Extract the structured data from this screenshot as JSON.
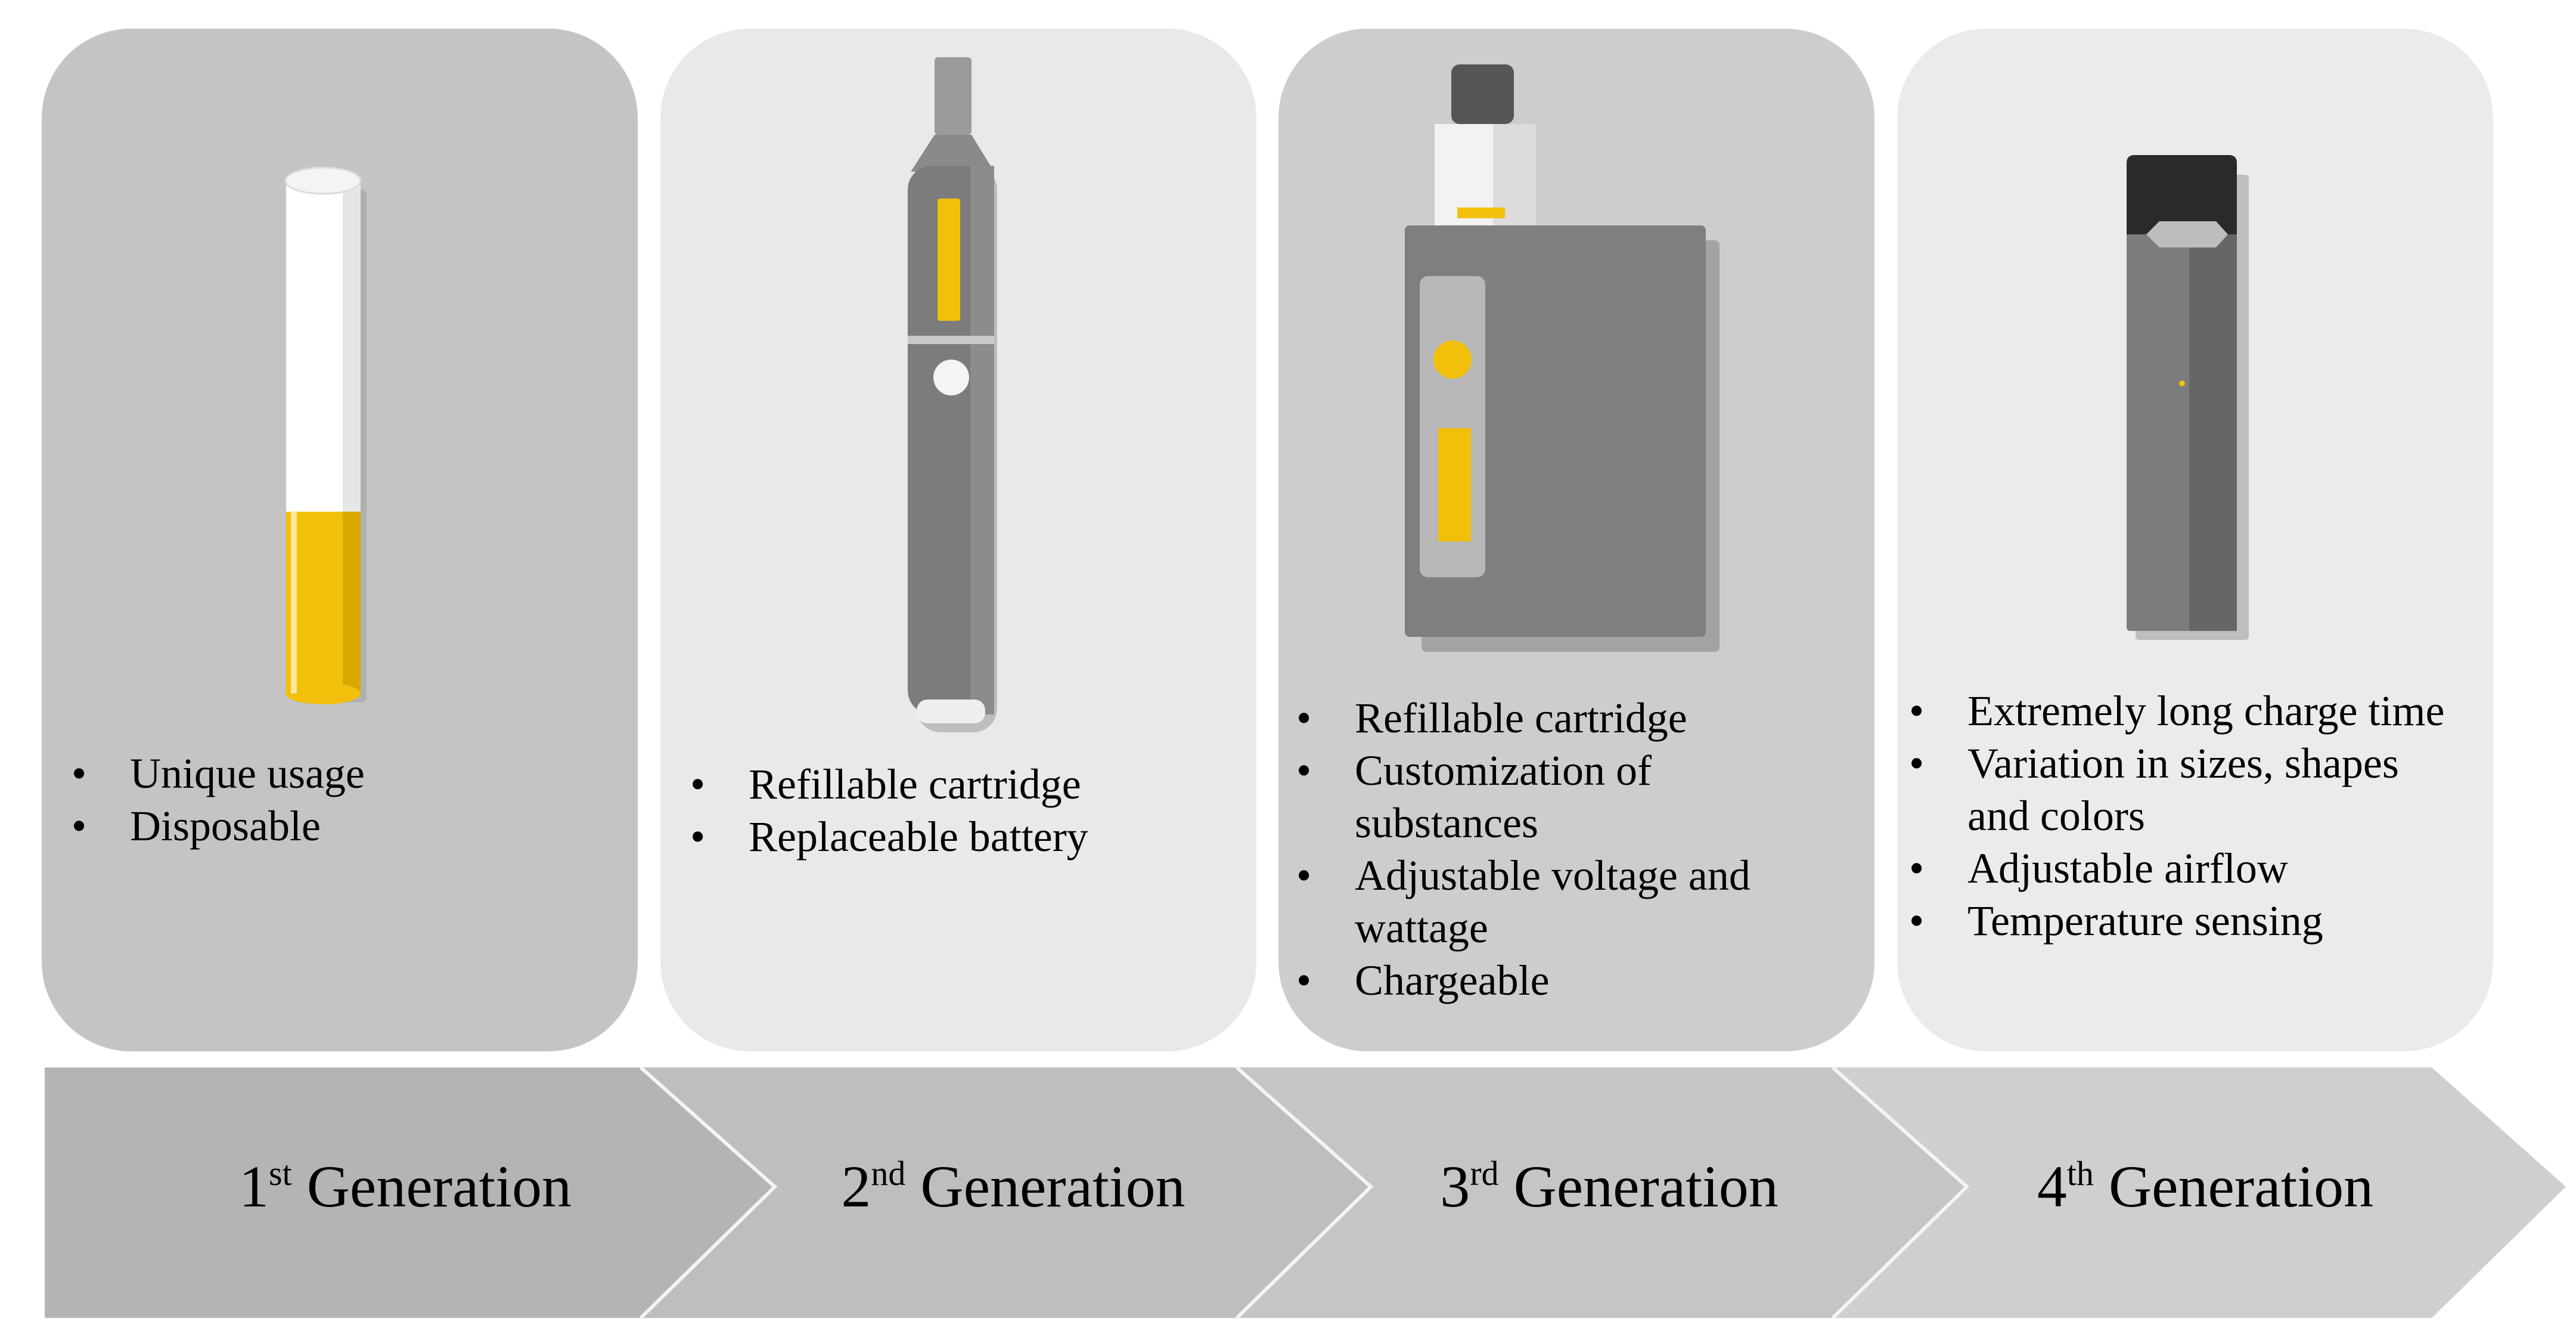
{
  "colors": {
    "accent": "#f2c00a",
    "device_dark": "#7c7c7c",
    "device_black": "#2a2a2a",
    "arrow_1": "#b4b4b4",
    "arrow_2": "#bebebe",
    "arrow_3": "#c5c5c5",
    "arrow_4": "#cfcfcf"
  },
  "generations": [
    {
      "number": "1",
      "suffix": "st",
      "label": "Generation",
      "icon": "disposable-cigalike-icon",
      "features": [
        "Unique usage",
        "Disposable"
      ]
    },
    {
      "number": "2",
      "suffix": "nd",
      "label": "Generation",
      "icon": "vape-pen-icon",
      "features": [
        "Refillable cartridge",
        "Replaceable battery"
      ]
    },
    {
      "number": "3",
      "suffix": "rd",
      "label": "Generation",
      "icon": "box-mod-icon",
      "features": [
        "Refillable cartridge",
        "Customization of substances",
        "Adjustable voltage and wattage",
        "Chargeable"
      ]
    },
    {
      "number": "4",
      "suffix": "th",
      "label": "Generation",
      "icon": "pod-device-icon",
      "features": [
        "Extremely long charge time",
        "Variation in sizes, shapes and colors",
        "Adjustable airflow",
        "Temperature sensing"
      ]
    }
  ]
}
